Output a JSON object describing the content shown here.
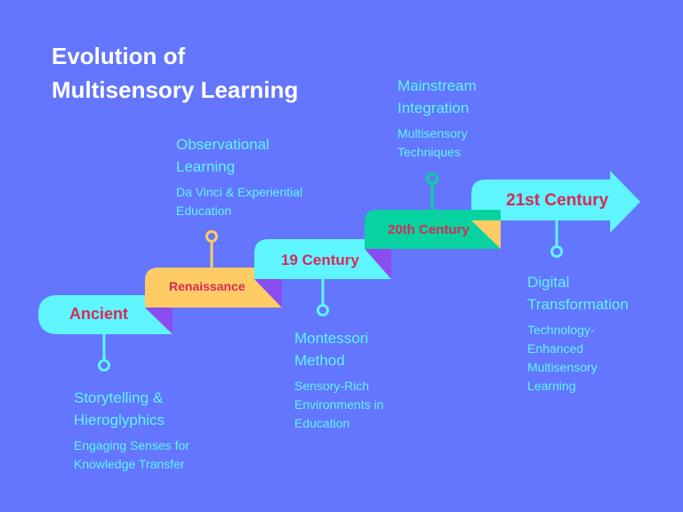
{
  "title": {
    "line1": "Evolution of",
    "line2": "Multisensory Learning"
  },
  "colors": {
    "background": "#6376fd",
    "cyan": "#5ff5ff",
    "yellow": "#ffcb64",
    "green": "#08d3a0",
    "purple": "#8a4df2",
    "label_text": "#d62a59"
  },
  "steps": [
    {
      "label": "Ancient",
      "heading": "Storytelling & Hieroglyphics",
      "heading_lines": [
        "Storytelling &",
        "Hieroglyphics"
      ],
      "sub_lines": [
        "Engaging Senses for",
        "Knowledge Transfer"
      ]
    },
    {
      "label": "Renaissance",
      "heading_lines": [
        "Observational",
        "Learning"
      ],
      "sub_lines": [
        "Da Vinci & Experiential",
        "Education"
      ]
    },
    {
      "label": "19 Century",
      "heading_lines": [
        "Montessori",
        "Method"
      ],
      "sub_lines": [
        "Sensory-Rich",
        "Environments in",
        "Education"
      ]
    },
    {
      "label": "20th Century",
      "heading_lines": [
        "Mainstream",
        "Integration"
      ],
      "sub_lines": [
        "Multisensory",
        "Techniques"
      ]
    },
    {
      "label": "21st Century",
      "heading_lines": [
        "Digital",
        "Transformation"
      ],
      "sub_lines": [
        "Technology-",
        "Enhanced",
        "Multisensory",
        "Learning"
      ]
    }
  ]
}
